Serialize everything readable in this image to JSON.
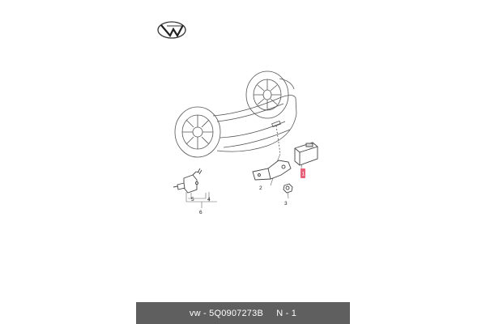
{
  "diagram": {
    "callouts": [
      {
        "id": "c1",
        "text": "1",
        "highlighted": true
      },
      {
        "id": "c2",
        "text": "2",
        "highlighted": false
      },
      {
        "id": "c3",
        "text": "3",
        "highlighted": false
      },
      {
        "id": "c4",
        "text": "4",
        "highlighted": false
      },
      {
        "id": "c5",
        "text": "5",
        "highlighted": false
      },
      {
        "id": "c6",
        "text": "6",
        "highlighted": false
      }
    ],
    "highlight_color": "#e8607a"
  },
  "footer": {
    "brand": "vw",
    "separator": " - ",
    "part_number": "5Q0907273B",
    "gap": "     ",
    "position_label": "N - 1",
    "background": "#5f5f5f"
  }
}
